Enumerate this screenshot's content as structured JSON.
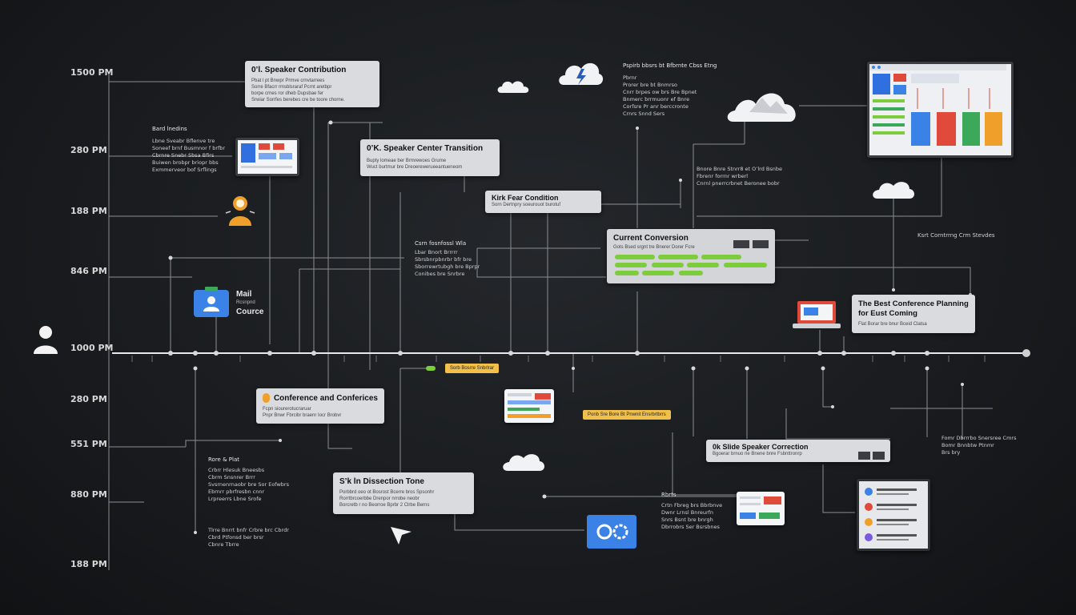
{
  "time_labels": [
    "1500 PM",
    "280 PM",
    "188 PM",
    "846 PM",
    "1000 PM",
    "280 PM",
    "551 PM",
    "880 PM",
    "188 PM"
  ],
  "cards": {
    "speaker_contribution": {
      "title": "0’l. Speaker Contribution",
      "lines": [
        "Pbat l pt Bnwpr Prmve crnvtarrees",
        "Sorre Bfacrr rmsblsraraf Pcrnt aretbpr",
        "borpe crnes ror dheb Dupsbae fer",
        "Srwiar Sorrfes berebes cre be toore chorne."
      ]
    },
    "speaker_center_transition": {
      "title": "0’K. Speaker Center Transition",
      "lines": [
        "Bupty lomeae ber Brmrewoes Grume",
        "Wuct burtmur bre Dreoerewerueeantueneom"
      ]
    },
    "kirk_fear_condition": {
      "title": "Kirk Fear Condition",
      "lines": [
        "Sorn Dertnpry soeurouot burotuf"
      ]
    },
    "current_conversion": {
      "title": "Current Conversion",
      "lines": [
        "Gots  Bsed srgnt tre  Bnerer Dorer  Fcre"
      ]
    },
    "best_conference": {
      "title": "The Best Conference Planning for Eust Coming",
      "lines": [
        "Flat Borar bre bnur Bceid Clatsa"
      ]
    },
    "conference_and_conferences": {
      "title": "Conference and Conferices",
      "lines": [
        "Fcpn  siourerotucraruar",
        "Pnpr  Bnwr  Fbrcibr braenr  Iocr Brobvr"
      ]
    },
    "dissection_tone": {
      "title": "S’k ln Dissection Tone",
      "lines": [
        "Porbbrd oeo ot Bosrost Bcerre bros Spsonhr",
        "Rorrtbrcoerbbe Drenpor nrrobe neobr",
        "Borcretb r no Beorroe Bprbr 2 Clrbe Berns"
      ]
    },
    "slide_speaker_correction": {
      "title": "0k  Slide Speaker Correction",
      "lines": [
        "Bgoerar brnuo rie  Bnene bnre  Fsbnttronrp"
      ]
    }
  },
  "notes": {
    "left_top": {
      "heading": "Bard lnedins",
      "lines": [
        "Lbne Sveabr Bflenve tre",
        "Soneef brnf Busmnor f brfbr",
        "Cbrnre  Snebr Sbsa Bfirs",
        "Buiwen brobpr briopr bbs",
        "Exmmerveor bof Srflings"
      ]
    },
    "top_center": {
      "heading": "Pspirb bbsrs  bt Bfbrnte Cbss  Etng",
      "lines": [
        "Pbrnr",
        "Prorer bre bt Bnmrso",
        "Cnrr brpes ow brs Bre Bpnet",
        "Bnmerc brrmuonr ef Bnre",
        "Corfsre Pr anr berccronte",
        "Crnrs Snnd Sers"
      ]
    },
    "right_mid": {
      "heading": "",
      "lines": [
        "Bnore  Bnre  Stnrr8  et  O’lrd Bsnbe",
        "Fbrenr  forrnr wrberl",
        "Cnrnl  pnerrcrbnet Beronee bobr"
      ]
    },
    "right_label": {
      "heading": "",
      "lines": [
        "Ksrt  Corntrrng  Crm  Stevdes"
      ]
    },
    "center_left": {
      "heading": "Csrn fosnfossl Wla",
      "lines": [
        "Lbar Bnort Brrrrr",
        "Sbrsbnrpbnrbr bfr bre",
        "Sborrewrtubgh  bre Bprpr",
        "Conibes  bre  Snrbre"
      ]
    },
    "left_bottom": {
      "heading": "Rore & Plat",
      "lines": [
        "Crbrr Hlesuk  Bneesbs",
        "Cbrm  Snsnrer  Brrr",
        "Svsrnenrnaobr bre Sor  Eofwbrs",
        "Ebrnrr  pbrfresbn cnnr",
        "Lrpreerrs  Lbne  Srofe"
      ]
    },
    "left_bottom2": {
      "heading": "",
      "lines": [
        "Tlrre  Bnrrt  bnfr Crbre  brc  Cbrdr",
        "Cbrd Ptfonsd ber brsr",
        "Cbnre Tbrre"
      ]
    },
    "center_bottom": {
      "heading": "Rbrts",
      "lines": [
        "Crtn  Fbreg brs Bbrbnve",
        "Dwnr  Lrnsl Bnreurfn",
        "Snrs  Bsnt bre bnrgh",
        "Dbrrobrs  Ser Bsrsbnes"
      ]
    },
    "right_bottom": {
      "heading": "",
      "lines": [
        "Fomr  Dbrrrbo  Snersree  Cmrs",
        "Bomr  Bnnbtw  Ptnmr",
        "Brs  bry"
      ]
    }
  },
  "badges": {
    "b1": "Sorb  Bosrre  Snbrlrar",
    "b2": "Ponb  Sre  Bore  Bt  Pnwnit  Ensrbrtbrrs"
  },
  "mail_source": {
    "title": "Mail",
    "subtitle": "Rcsnpnd",
    "title2": "Cource"
  },
  "colors": {
    "background": "#17191c",
    "card": "#d9dbde",
    "badge": "#f2c04a",
    "accent_blue": "#3b82e6",
    "accent_orange": "#f0a02a",
    "accent_green": "#7ccc3c",
    "accent_red": "#e04a3a"
  }
}
